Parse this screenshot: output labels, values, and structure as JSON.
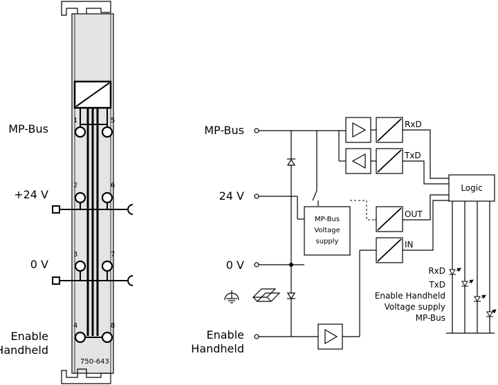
{
  "left_module": {
    "labels": {
      "mp_bus": "MP-Bus",
      "plus24v": "+24 V",
      "zero_v": "0 V",
      "enable_1": "Enable",
      "enable_2": "Handheld"
    },
    "pins": {
      "p1": "1",
      "p2": "2",
      "p3": "3",
      "p4": "4",
      "p5": "5",
      "p6": "6",
      "p7": "7",
      "p8": "8"
    },
    "part_number": "750-643"
  },
  "schematic": {
    "inputs": {
      "mp_bus": "MP-Bus",
      "v24": "24 V",
      "zero_v": "0 V",
      "enable_1": "Enable",
      "enable_2": "Handheld"
    },
    "signals": {
      "rxd": "RxD",
      "txd": "TxD",
      "out": "OUT",
      "in": "IN"
    },
    "supply_box": {
      "line1": "MP-Bus",
      "line2": "Voltage",
      "line3": "supply"
    },
    "logic": "Logic",
    "leds": {
      "rxd": "RxD",
      "txd": "TxD",
      "enable_handheld": "Enable Handheld",
      "voltage_supply": "Voltage supply",
      "mp_bus": "MP-Bus"
    }
  }
}
